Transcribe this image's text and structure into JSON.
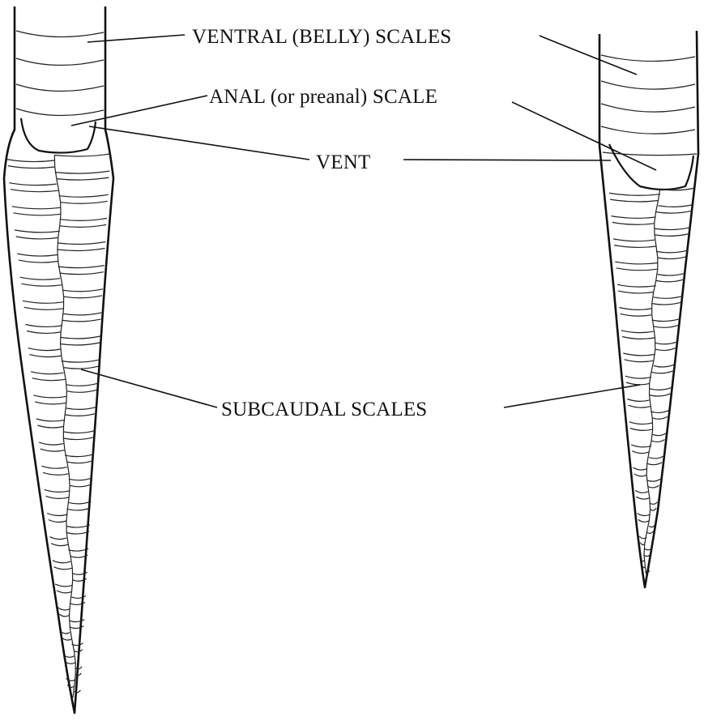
{
  "labels": {
    "ventral": "VENTRAL (BELLY) SCALES",
    "anal": "ANAL (or preanal) SCALE",
    "vent": "VENT",
    "subcaudal": "SUBCAUDAL SCALES"
  },
  "figures": {
    "left_tail": "divided subcaudal scales",
    "right_tail": "divided subcaudal scales"
  }
}
